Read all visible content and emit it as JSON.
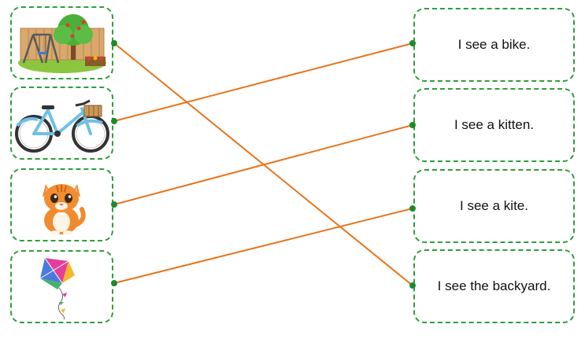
{
  "pictures": [
    {
      "icon": "backyard-icon"
    },
    {
      "icon": "bike-icon"
    },
    {
      "icon": "kitten-icon"
    },
    {
      "icon": "kite-icon"
    }
  ],
  "sentences": [
    {
      "text": "I see a bike."
    },
    {
      "text": "I see a kitten."
    },
    {
      "text": "I see a kite."
    },
    {
      "text": "I see the backyard."
    }
  ],
  "matches": [
    [
      0,
      3
    ],
    [
      1,
      0
    ],
    [
      2,
      1
    ],
    [
      3,
      2
    ]
  ],
  "colors": {
    "line": "#e8741c",
    "dot": "#1e8a2c",
    "border": "#2f9e3a"
  }
}
